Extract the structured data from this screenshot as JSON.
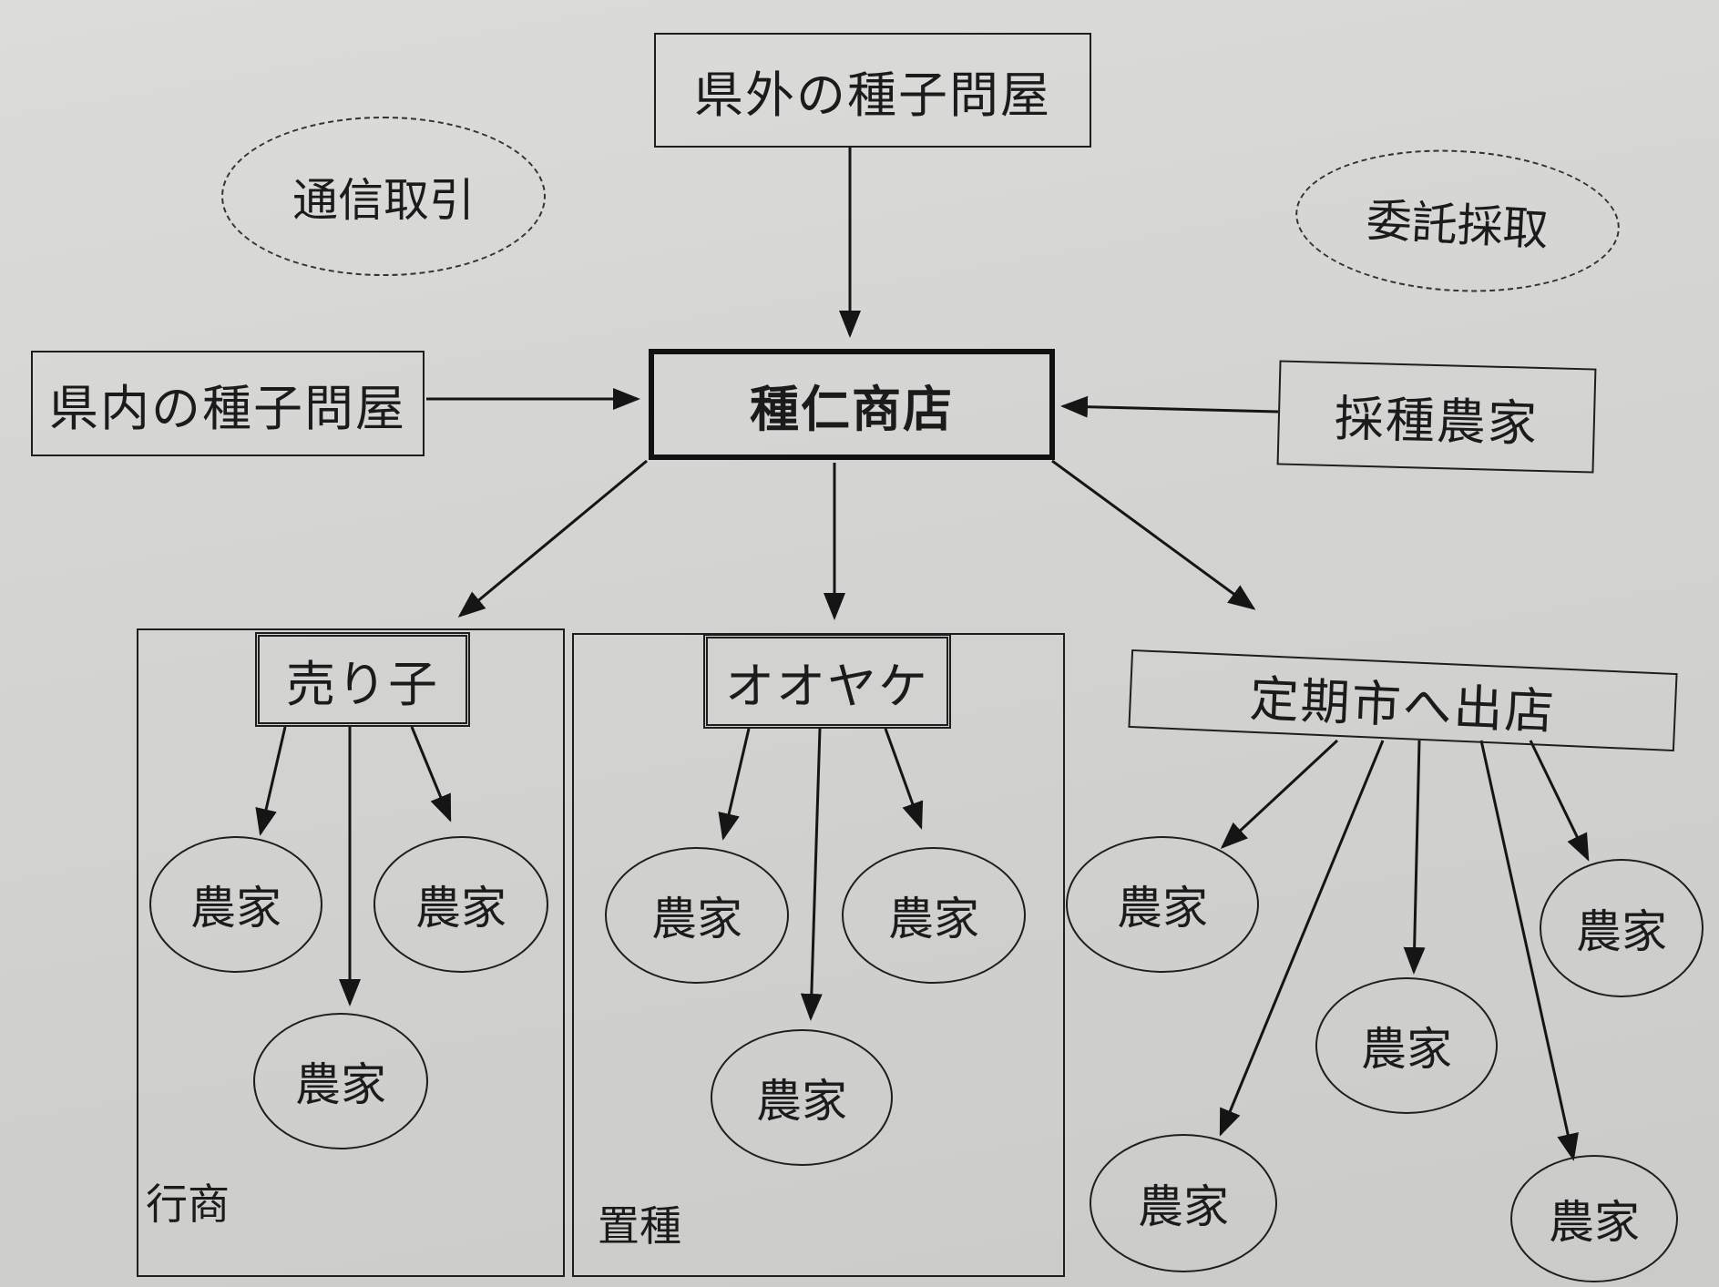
{
  "nodes": {
    "outside_wholesaler": "県外の種子問屋",
    "inside_wholesaler": "県内の種子問屋",
    "shop": "種仁商店",
    "seed_farmers": "採種農家",
    "mail_order": "通信取引",
    "consignment": "委託採取",
    "peddler": "売り子",
    "ooyake": "オオヤケ",
    "market": "定期市へ出店"
  },
  "regions": {
    "gyosho": "行商",
    "okidane": "置種"
  },
  "farmer_label": "農家"
}
